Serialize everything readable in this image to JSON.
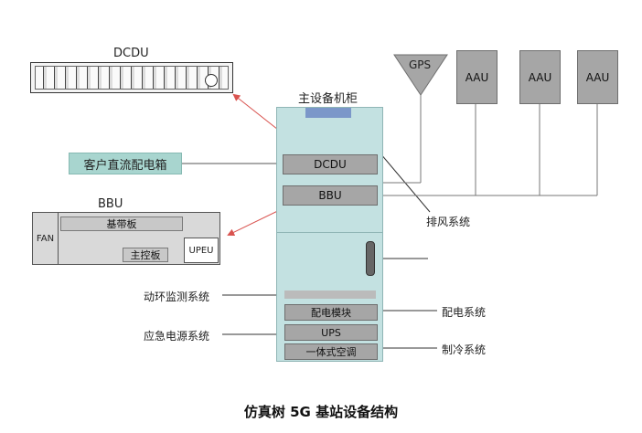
{
  "caption": "仿真树 5G 基站设备结构",
  "dcdu_device": {
    "title": "DCDU"
  },
  "cabinet": {
    "title": "主设备机柜",
    "dcdu": "DCDU",
    "bbu": "BBU",
    "power_module": "配电模块",
    "ups": "UPS",
    "aircon": "一体式空调"
  },
  "customer_box": "客户直流配电箱",
  "bbu_panel": {
    "title": "BBU",
    "fan": "FAN",
    "baseband": "基带板",
    "main_control": "主控板",
    "upeu": "UPEU"
  },
  "gps": "GPS",
  "aau": [
    "AAU",
    "AAU",
    "AAU"
  ],
  "labels": {
    "exhaust": "排风系统",
    "env_monitor": "动环监测系统",
    "emergency_power": "应急电源系统",
    "power_dist": "配电系统",
    "cooling": "制冷系统"
  },
  "colors": {
    "cabinet_fill": "#c3e1e1",
    "customer_box_fill": "#a8d5cf",
    "vent_fill": "#7b97c9",
    "arrow": "#d9534f"
  }
}
